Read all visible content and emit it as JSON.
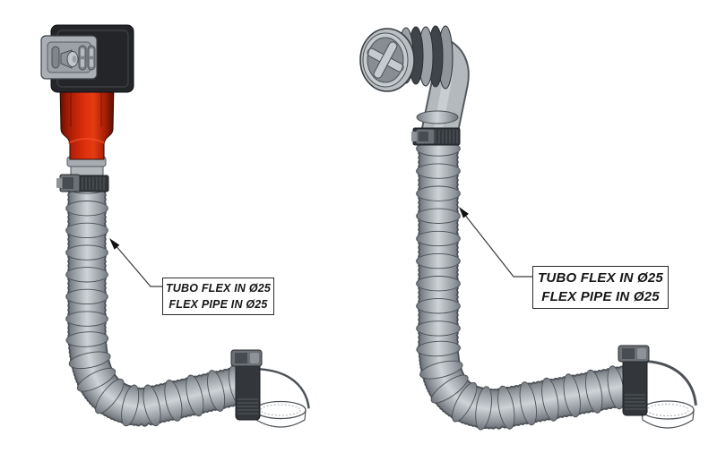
{
  "diagram": {
    "background": "#ffffff",
    "annotations": {
      "left": {
        "line1": "TUBO FLEX IN Ø25",
        "line2": "FLEX PIPE IN Ø25"
      },
      "right": {
        "line1": "TUBO FLEX IN Ø25",
        "line2": "FLEX PIPE IN Ø25"
      }
    },
    "colors": {
      "funnel_red": "#d92b0c",
      "hose_gray": "#b6bbc0",
      "clamp_dark": "#33373b",
      "hose_outline": "#4b5055",
      "leader_line": "#3a3a3a",
      "fitting_white": "#ffffff"
    }
  }
}
